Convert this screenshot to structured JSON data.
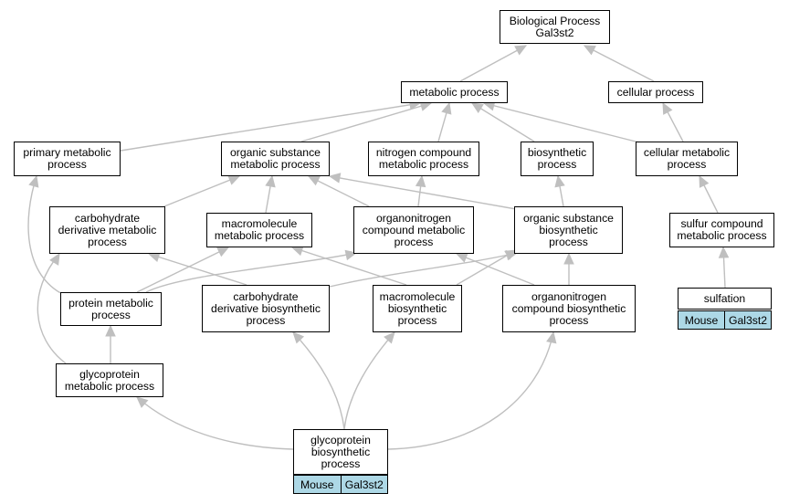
{
  "nodes": {
    "bp": "Biological Process\nGal3st2",
    "metabolic": "metabolic process",
    "cellular": "cellular process",
    "primary": "primary metabolic\nprocess",
    "organic_sub": "organic substance\nmetabolic process",
    "nitrogen": "nitrogen compound\nmetabolic process",
    "biosynthetic": "biosynthetic\nprocess",
    "cell_metabolic": "cellular metabolic\nprocess",
    "carb_deriv_met": "carbohydrate\nderivative metabolic\nprocess",
    "macro_met": "macromolecule\nmetabolic process",
    "orgN_met": "organonitrogen\ncompound metabolic\nprocess",
    "org_sub_bio": "organic substance\nbiosynthetic\nprocess",
    "sulfur": "sulfur compound\nmetabolic process",
    "protein": "protein metabolic\nprocess",
    "carb_deriv_bio": "carbohydrate\nderivative biosynthetic\nprocess",
    "macro_bio": "macromolecule\nbiosynthetic\nprocess",
    "orgN_bio": "organonitrogen\ncompound biosynthetic\nprocess",
    "glyco_met": "glycoprotein\nmetabolic process"
  },
  "annotated": {
    "sulfation": {
      "title": "sulfation",
      "species": "Mouse",
      "gene": "Gal3st2"
    },
    "glyco_bio": {
      "title": "glycoprotein\nbiosynthetic\nprocess",
      "species": "Mouse",
      "gene": "Gal3st2"
    }
  },
  "colors": {
    "edge": "#bfbfbf",
    "annotation_fill": "#add8e6",
    "border": "#000000"
  }
}
